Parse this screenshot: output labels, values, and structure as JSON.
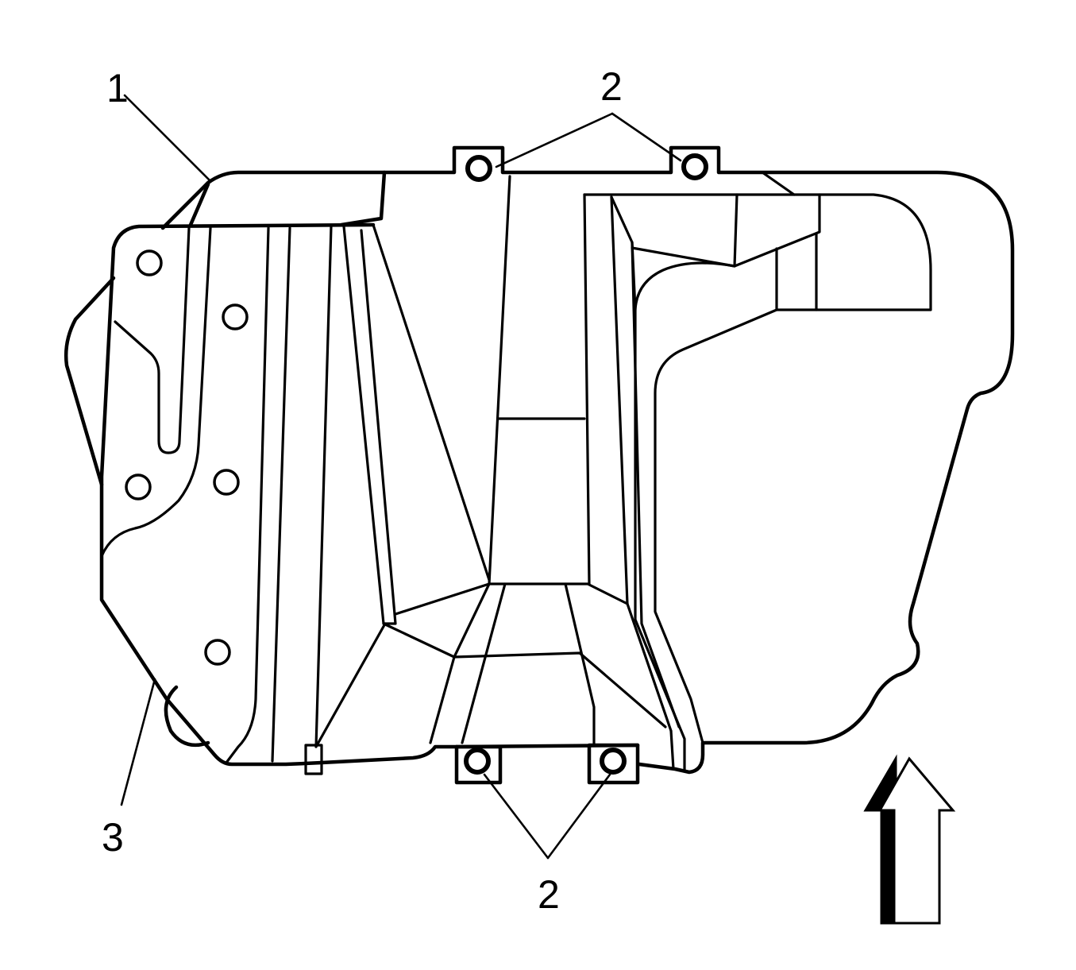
{
  "callouts": {
    "c1": "1",
    "c2_top": "2",
    "c2_bottom": "2",
    "c3": "3"
  },
  "colors": {
    "stroke": "#000000",
    "background": "#ffffff"
  },
  "icons": {
    "direction": "up-arrow-icon"
  }
}
